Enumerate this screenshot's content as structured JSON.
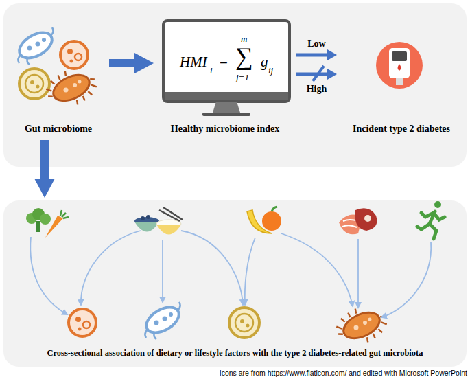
{
  "diagram": {
    "nodes": [
      {
        "text": [
          "Gut microbiome"
        ]
      },
      {
        "text": [
          "Healthy microbiome index"
        ]
      },
      {
        "text": [
          "Incident type 2 diabetes"
        ]
      },
      {
        "text": [
          "Cross-sectional association of dietary or lifestyle factors with the type 2 diabetes-related gut microbiota"
        ]
      }
    ],
    "edges": [
      {
        "from": 0,
        "to": 1,
        "arrow": "to"
      },
      {
        "from": 1,
        "to": 2,
        "arrow": "to",
        "label": "Low"
      },
      {
        "from": 1,
        "to": 2,
        "arrow": "to",
        "label": "High"
      },
      {
        "from": 0,
        "to": 3,
        "arrow": "to"
      }
    ],
    "labels": [
      "HMI",
      "i",
      "=",
      "m",
      "∑",
      "j=1",
      "g",
      "ij",
      "Icons are from https://www.flaticon.com/ and edited with Microsoft PowerPoint"
    ]
  }
}
